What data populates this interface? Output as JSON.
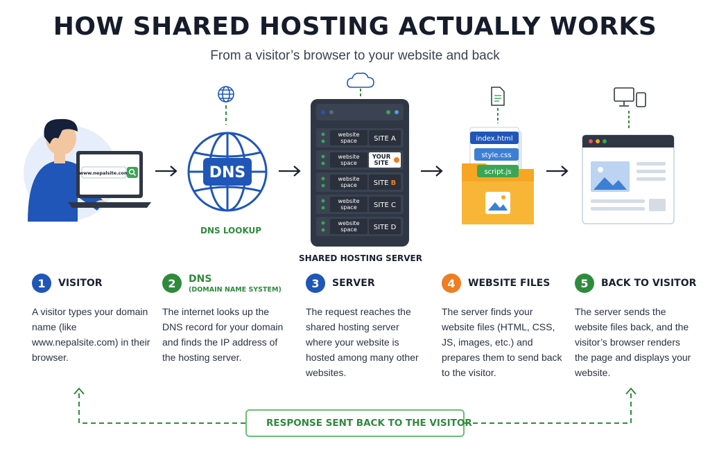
{
  "title": "HOW SHARED HOSTING ACTUALLY WORKS",
  "subtitle": "From a visitor’s browser to your website and back",
  "illustration": {
    "search_url": "www.nepalsite.com",
    "dns_badge": "DNS",
    "dns_label": "DNS LOOKUP",
    "server_label": "SHARED HOSTING SERVER",
    "server_slots": [
      {
        "space": [
          "website",
          "space"
        ],
        "site": "SITE A"
      },
      {
        "space": [
          "website",
          "space"
        ],
        "site": [
          "YOUR",
          "SITE"
        ]
      },
      {
        "space": [
          "website",
          "space"
        ],
        "site_prefix": "SITE ",
        "site_highlight": "B"
      },
      {
        "space": [
          "website",
          "space"
        ],
        "site": "SITE C"
      },
      {
        "space": [
          "website",
          "space"
        ],
        "site": "SITE D"
      }
    ],
    "files": [
      "index.html",
      "style.css",
      "script.js"
    ]
  },
  "steps": [
    {
      "number": "1",
      "title": "VISITOR",
      "subtitle": "",
      "color": "#1f56b8",
      "description": "A visitor types your domain name (like www.nepalsite.com) in their browser."
    },
    {
      "number": "2",
      "title": "DNS",
      "subtitle": "(DOMAIN NAME SYSTEM)",
      "color": "#2e8b3c",
      "description": "The internet looks up the DNS record for your domain and finds the IP address of the hosting server."
    },
    {
      "number": "3",
      "title": "SERVER",
      "subtitle": "",
      "color": "#1f56b8",
      "description": "The request reaches the shared hosting server where your website is hosted among many other websites."
    },
    {
      "number": "4",
      "title": "WEBSITE FILES",
      "subtitle": "",
      "color": "#ef7d22",
      "description": "The server finds your website files (HTML, CSS, JS, images, etc.) and prepares them to send back to the visitor."
    },
    {
      "number": "5",
      "title": "BACK TO VISITOR",
      "subtitle": "",
      "color": "#2e8b3c",
      "description": "The server sends the website files back, and the visitor’s browser renders the page and displays your website."
    }
  ],
  "response": "RESPONSE SENT BACK TO THE VISITOR",
  "colors": {
    "blue": "#1f56b8",
    "green": "#2e8b3c",
    "orange": "#ef7d22",
    "server": "#2f3644"
  }
}
